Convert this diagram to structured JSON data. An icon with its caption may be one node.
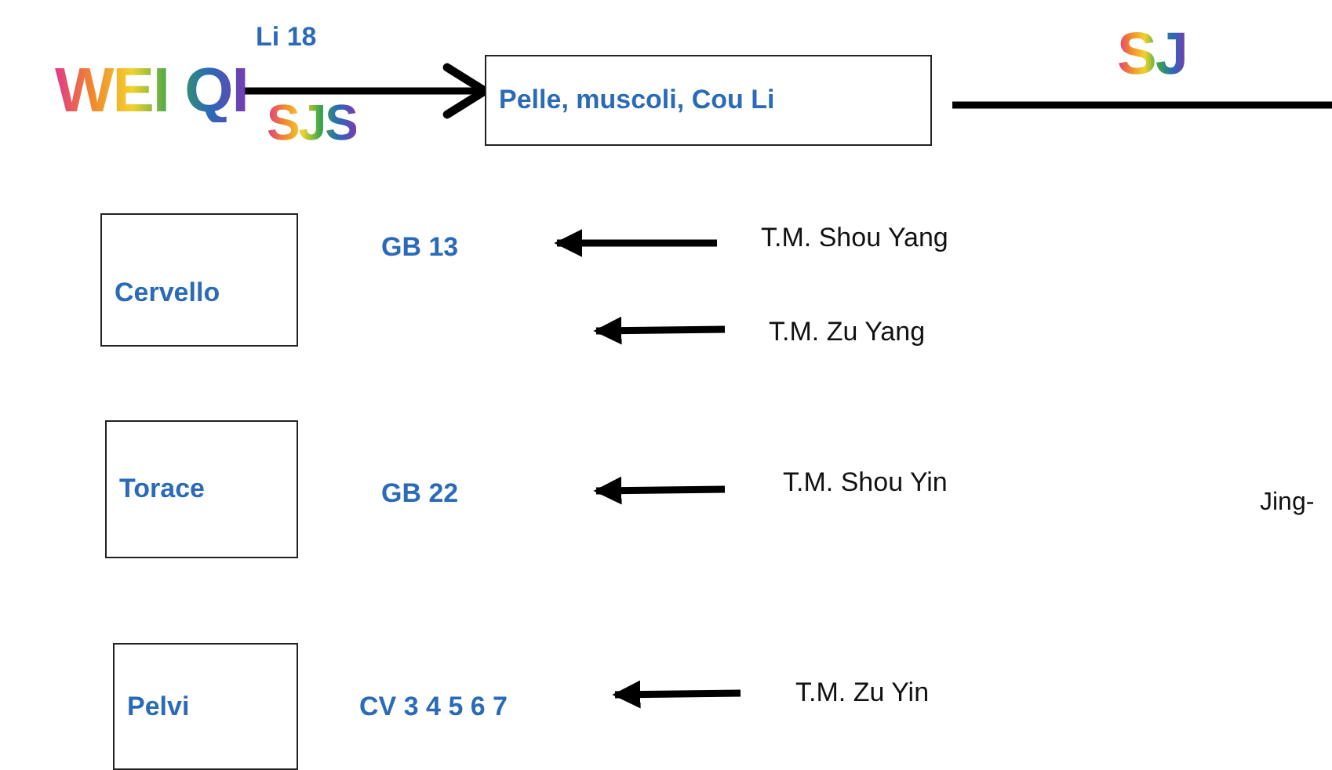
{
  "diagram": {
    "nodes": [
      {
        "text": [
          "WEI QI"
        ]
      },
      {
        "text": [
          "Pelle, muscoli, Cou Li"
        ]
      },
      {
        "text": [
          "Cervello"
        ]
      },
      {
        "text": [
          "Torace"
        ]
      },
      {
        "text": [
          "Pelvi"
        ]
      },
      {
        "text": [
          "T.M. Shou Yang"
        ]
      },
      {
        "text": [
          "T.M. Zu Yang"
        ]
      },
      {
        "text": [
          "T.M. Shou Yin"
        ]
      },
      {
        "text": [
          "T.M. Zu Yin"
        ]
      },
      {
        "text": [
          "GB 13"
        ]
      },
      {
        "text": [
          "GB 22"
        ]
      },
      {
        "text": [
          "CV 3 4 5 6 7"
        ]
      }
    ],
    "edges": [
      {
        "from": 0,
        "to": 1,
        "arrow": "to",
        "label": "Li 18"
      },
      {
        "from": 1,
        "to": null,
        "arrow": "none",
        "label": "SJ"
      },
      {
        "from": 5,
        "to": 9,
        "arrow": "to"
      },
      {
        "from": 6,
        "to": null,
        "arrow": "to"
      },
      {
        "from": 7,
        "to": 10,
        "arrow": "to"
      },
      {
        "from": 8,
        "to": 11,
        "arrow": "to"
      }
    ],
    "labels": [
      "SJS",
      "Jing-"
    ]
  }
}
